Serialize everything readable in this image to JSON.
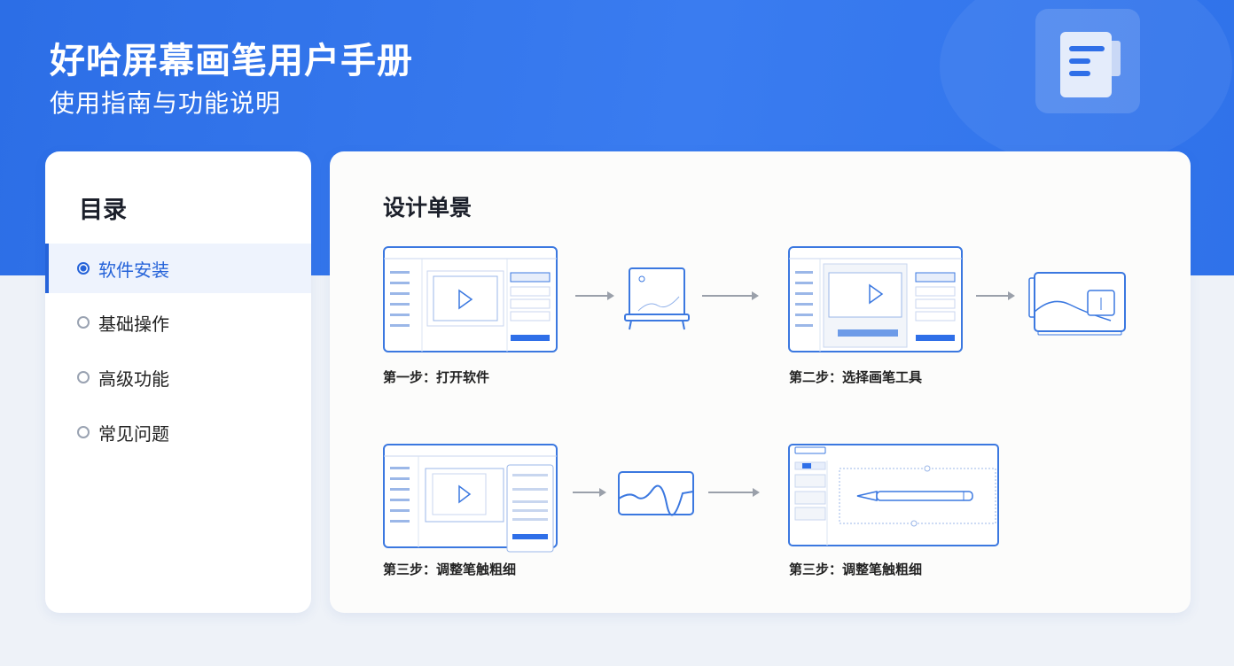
{
  "header": {
    "title": "好哈屏幕画笔用户手册",
    "subtitle": "使用指南与功能说明"
  },
  "toc": {
    "title": "目录",
    "items": [
      {
        "label": "软件安装",
        "active": true
      },
      {
        "label": "基础操作",
        "active": false
      },
      {
        "label": "高级功能",
        "active": false
      },
      {
        "label": "常见问题",
        "active": false
      }
    ]
  },
  "main": {
    "title": "设计单景",
    "steps": [
      {
        "caption": "第一步：打开软件"
      },
      {
        "caption": "第二步：选择画笔工具"
      },
      {
        "caption": "第三步：调整笔触粗细"
      },
      {
        "caption": "第三步：调整笔触粗细"
      }
    ]
  },
  "colors": {
    "accent": "#2563d9",
    "hero": "#2f6fe8",
    "line": "#3b78e0"
  }
}
